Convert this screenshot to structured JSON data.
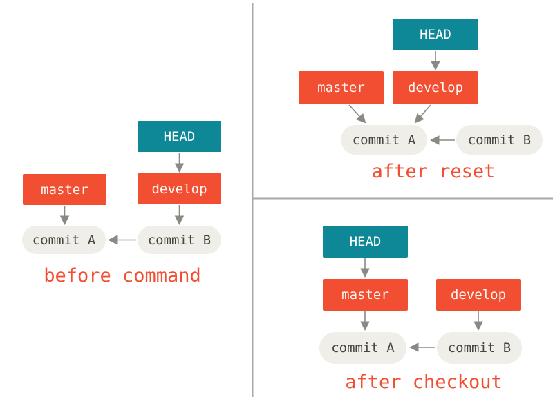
{
  "colors": {
    "head_box": "#0e8796",
    "branch_box": "#f14e32",
    "commit_pill": "#efeee8",
    "commit_text": "#47453e",
    "arrow": "#8a8984",
    "divider": "#aba8a3",
    "caption_text": "#f14e32",
    "background": "#ffffff"
  },
  "panels": [
    {
      "id": "before-command",
      "caption": "before command",
      "nodes": {
        "head": "HEAD",
        "master": "master",
        "develop": "develop",
        "commit_a": "commit A",
        "commit_b": "commit B"
      },
      "edges": [
        "HEAD -> develop",
        "master -> commit A",
        "develop -> commit B",
        "commit B -> commit A"
      ]
    },
    {
      "id": "after-reset",
      "caption": "after reset",
      "nodes": {
        "head": "HEAD",
        "master": "master",
        "develop": "develop",
        "commit_a": "commit A",
        "commit_b": "commit B"
      },
      "edges": [
        "HEAD -> develop",
        "master -> commit A",
        "develop -> commit A",
        "commit B -> commit A"
      ]
    },
    {
      "id": "after-checkout",
      "caption": "after checkout",
      "nodes": {
        "head": "HEAD",
        "master": "master",
        "develop": "develop",
        "commit_a": "commit A",
        "commit_b": "commit B"
      },
      "edges": [
        "HEAD -> master",
        "master -> commit A",
        "develop -> commit B",
        "commit B -> commit A"
      ]
    }
  ]
}
